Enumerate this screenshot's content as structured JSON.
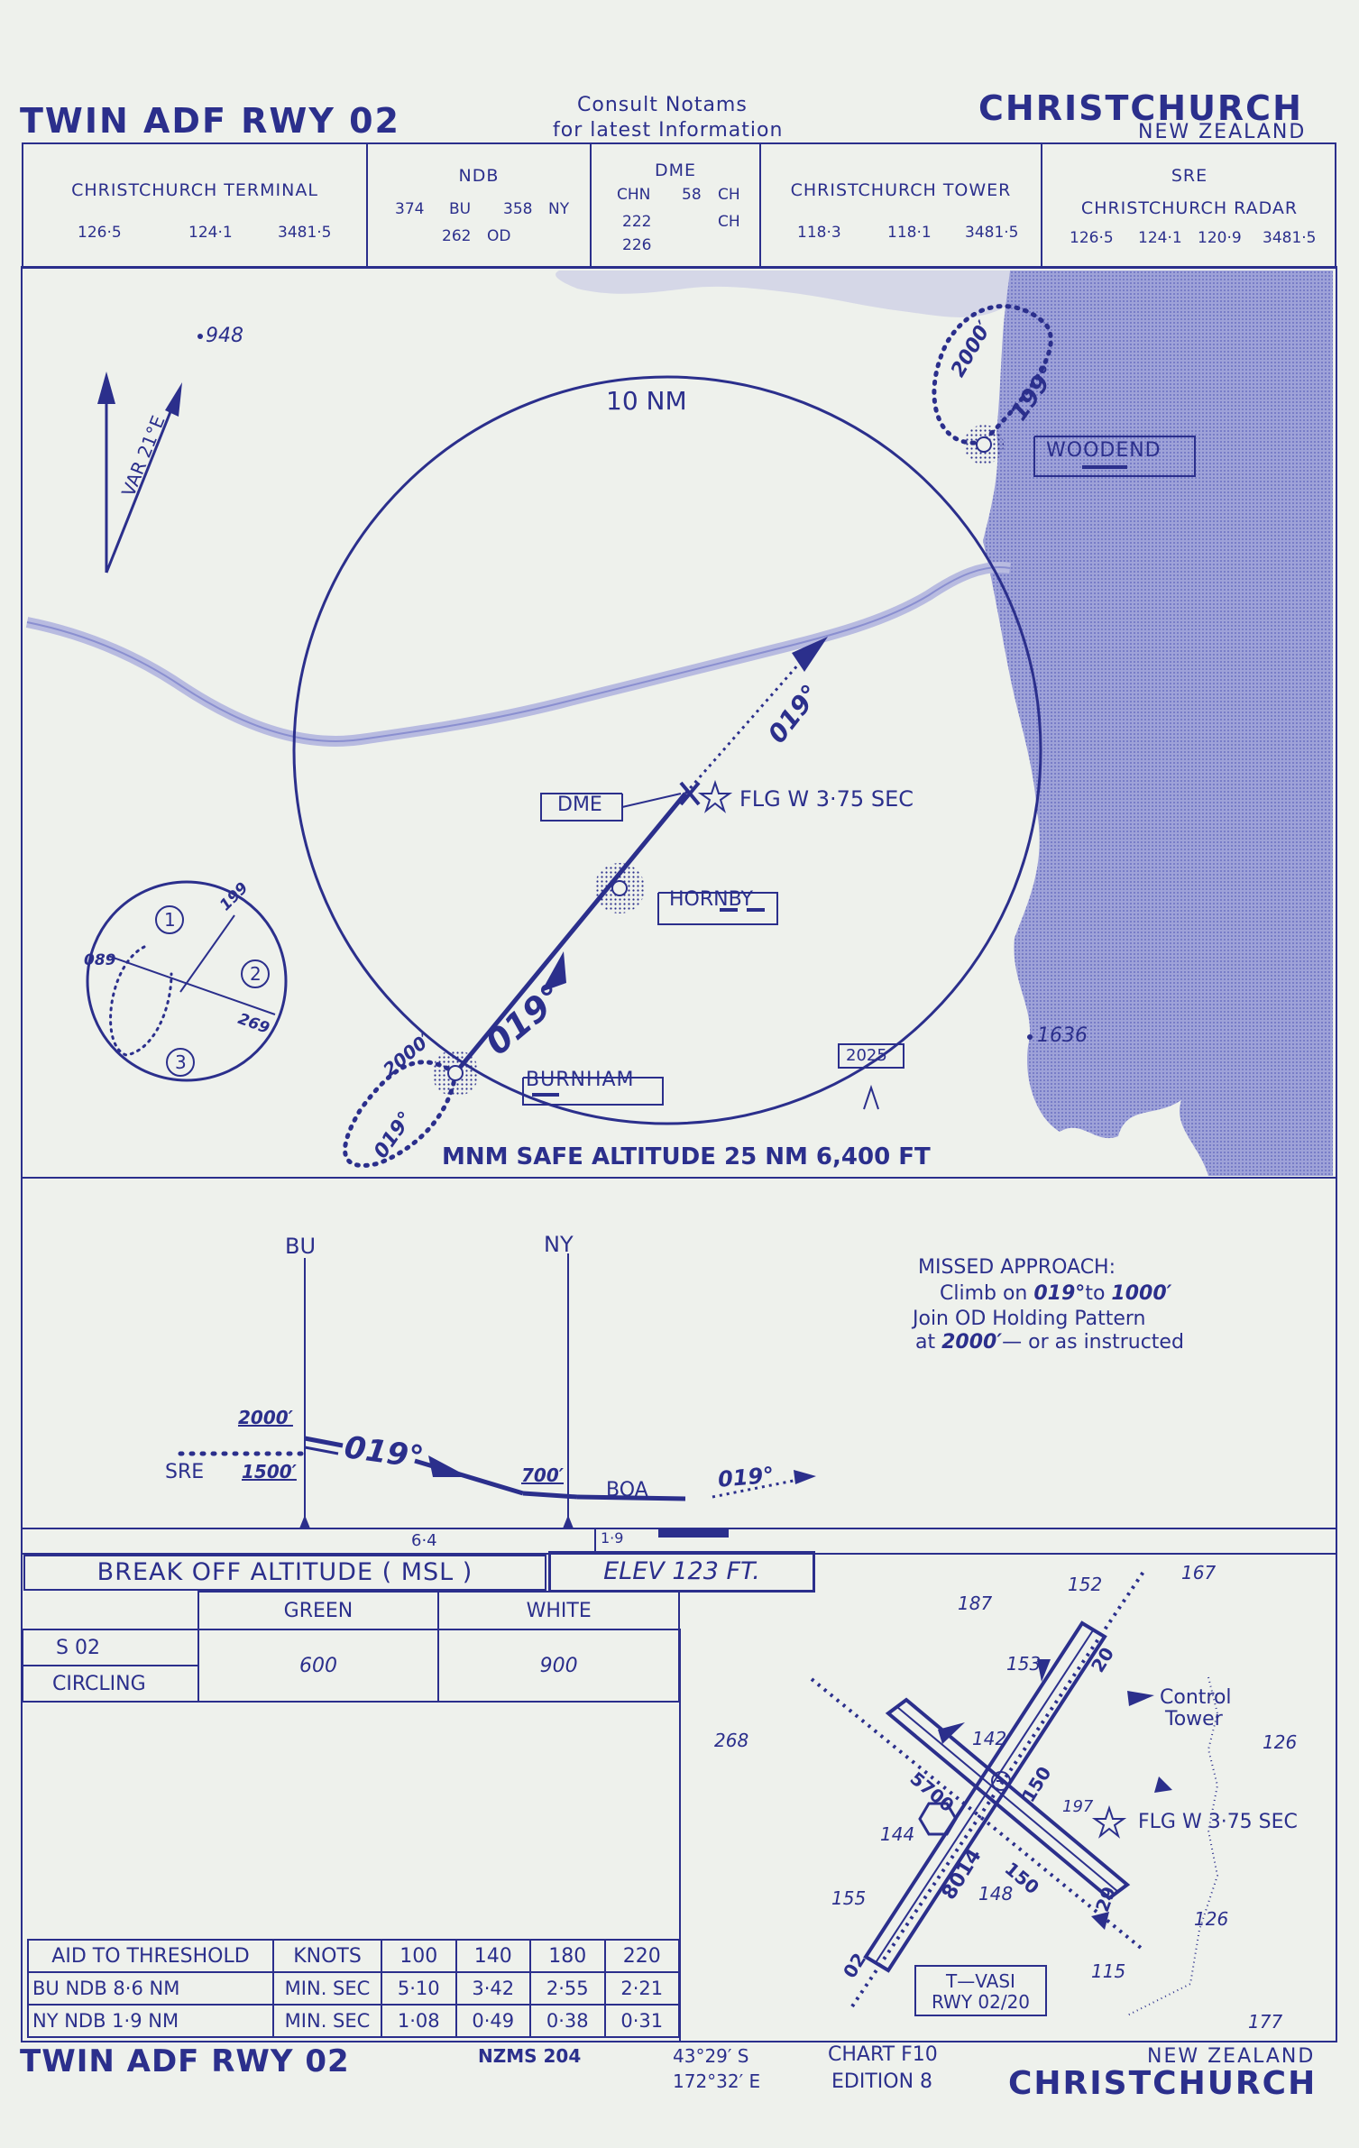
{
  "header": {
    "title": "TWIN ADF RWY 02",
    "notam_line1": "Consult Notams",
    "notam_line2": "for latest Information",
    "city": "CHRISTCHURCH",
    "country": "NEW ZEALAND"
  },
  "freq": {
    "terminal": {
      "name": "CHRISTCHURCH TERMINAL",
      "values": [
        "126·5",
        "124·1",
        "3481·5"
      ]
    },
    "ndb": {
      "name": "NDB",
      "line1": [
        "374",
        "BU",
        "358",
        "NY"
      ],
      "line2": [
        "262",
        "OD"
      ]
    },
    "dme": {
      "name": "DME",
      "line1": [
        "CHN",
        "58",
        "CH"
      ],
      "line2": [
        "222",
        "CH"
      ],
      "line3": "226"
    },
    "tower": {
      "name": "CHRISTCHURCH TOWER",
      "values": [
        "118·3",
        "118·1",
        "3481·5"
      ]
    },
    "sre": {
      "name": "SRE",
      "sub": "CHRISTCHURCH RADAR",
      "values": [
        "126·5",
        "124·1",
        "120·9",
        "3481·5"
      ]
    }
  },
  "plan": {
    "spot_948": "948",
    "variation": "VAR 21°E",
    "range_ring": "10 NM",
    "hold_woodend_alt": "2000′",
    "hold_woodend_course": "199°",
    "woodend": "WOODEND",
    "course_outbound": "019°",
    "dme_label": "DME",
    "flg_label": "FLG W 3·75 SEC",
    "hornby": "HORNBY",
    "course_inbound": "019°",
    "hold_burnham_alt": "2000′",
    "hold_burnham_course": "019°",
    "burnham": "BURNHAM",
    "obstacle_2025": "2025",
    "spot_1636": "1636",
    "msa": "MNM SAFE ALTITUDE 25 NM 6,400 FT",
    "entry": {
      "headings": [
        "089",
        "199",
        "269"
      ],
      "sectors": [
        "1",
        "2",
        "3"
      ]
    }
  },
  "profile": {
    "bu": "BU",
    "ny": "NY",
    "alt_2000": "2000′",
    "alt_1500": "1500′",
    "sre": "SRE",
    "course": "019°",
    "alt_700": "700′",
    "boa": "BOA",
    "missed_course": "019°",
    "dist_64": "6·4",
    "dist_19": "1·9",
    "missed_approach": {
      "title": "MISSED APPROACH:",
      "line1a": "Climb on ",
      "line1b": "019°",
      "line1c": "to ",
      "line1d": "1000′",
      "line2": "Join OD  Holding Pattern",
      "line3a": "at ",
      "line3b": "2000′",
      "line3c": "— or as instructed"
    }
  },
  "minima": {
    "boa_title": "BREAK OFF ALTITUDE ( MSL )",
    "elev": "ELEV     123   FT.",
    "headers": [
      "GREEN",
      "WHITE"
    ],
    "rows": [
      {
        "label": "S   02"
      },
      {
        "label": "CIRCLING"
      }
    ],
    "green_value": "600",
    "white_value": "900"
  },
  "timing": {
    "headers": [
      "AID TO THRESHOLD",
      "KNOTS",
      "100",
      "140",
      "180",
      "220"
    ],
    "rows": [
      [
        "BU  NDB   8·6  NM",
        "MIN. SEC",
        "5·10",
        "3·42",
        "2·55",
        "2·21"
      ],
      [
        "NY  NDB   1·9  NM",
        "MIN. SEC",
        "1·08",
        "0·49",
        "0·38",
        "0·31"
      ]
    ]
  },
  "aerodrome": {
    "spots": [
      "167",
      "152",
      "187",
      "153",
      "268",
      "142",
      "126",
      "197",
      "144",
      "155",
      "148",
      "126",
      "115",
      "177"
    ],
    "runway_labels": [
      "150",
      "5700",
      "8014",
      "150",
      "20",
      "02",
      "29"
    ],
    "control_tower": [
      "Control",
      "Tower"
    ],
    "flg": "FLG  W  3·75  SEC",
    "tvasi": [
      "T—VASI",
      "RWY 02/20"
    ]
  },
  "footer": {
    "title": "TWIN  ADF  RWY  02",
    "nzms": "NZMS  204",
    "lat": "43°29′ S",
    "lon": "172°32′ E",
    "chart": "CHART  F10",
    "edition": "EDITION  8",
    "country": "NEW  ZEALAND",
    "city": "CHRISTCHURCH"
  },
  "colors": {
    "ink": "#2b2f8c",
    "paper": "#eef1ec",
    "sea": "#8a8fd0"
  }
}
